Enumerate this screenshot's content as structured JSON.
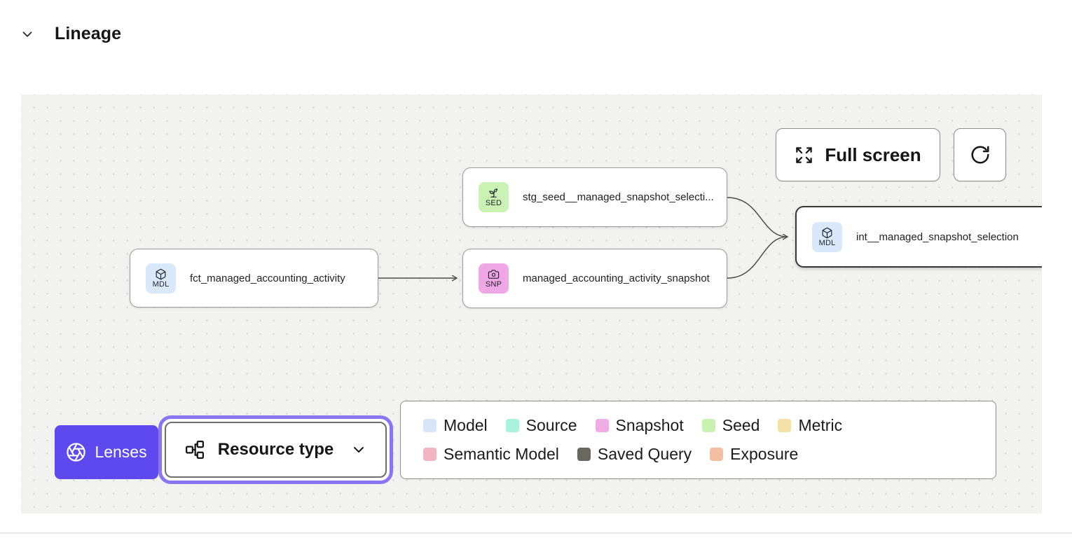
{
  "header": {
    "title": "Lineage",
    "collapse_icon": "chevron-down-icon"
  },
  "canvas": {
    "background_color": "#F2F2F1",
    "toolbar": {
      "fullscreen_label": "Full screen",
      "fullscreen_icon": "expand-arrows-icon",
      "refresh_icon": "refresh-icon"
    },
    "nodes": [
      {
        "badge": "MDL",
        "type": "model",
        "icon": "cube-icon",
        "badge_bg": "#D9E9FB",
        "label": "fct_managed_accounting_activity",
        "selected": false
      },
      {
        "badge": "SED",
        "type": "seed",
        "icon": "sprout-icon",
        "badge_bg": "#C9F2B3",
        "label": "stg_seed__managed_snapshot_selecti...",
        "selected": false
      },
      {
        "badge": "SNP",
        "type": "snapshot",
        "icon": "camera-icon",
        "badge_bg": "#F0A7E6",
        "label": "managed_accounting_activity_snapshot",
        "selected": false
      },
      {
        "badge": "MDL",
        "type": "model",
        "icon": "cube-icon",
        "badge_bg": "#D9E9FB",
        "label": "int__managed_snapshot_selection",
        "selected": true
      }
    ],
    "footer": {
      "lenses": {
        "label": "Lenses",
        "icon": "aperture-icon",
        "bg": "#5D49EE"
      },
      "resource_type": {
        "label": "Resource type",
        "icon": "hierarchy-icon",
        "chevron_icon": "chevron-down-icon",
        "focus_ring": "#8C75F3"
      }
    },
    "legend": {
      "items": [
        {
          "label": "Model",
          "color": "#D6E6F8"
        },
        {
          "label": "Source",
          "color": "#A9F2DC"
        },
        {
          "label": "Snapshot",
          "color": "#F0ACE5"
        },
        {
          "label": "Seed",
          "color": "#C9F1AF"
        },
        {
          "label": "Metric",
          "color": "#F4E0A4"
        },
        {
          "label": "Semantic Model",
          "color": "#F2B6C3"
        },
        {
          "label": "Saved Query",
          "color": "#6C6661"
        },
        {
          "label": "Exposure",
          "color": "#F4BEA0"
        }
      ]
    },
    "edge_color": "#4A4A4A"
  }
}
